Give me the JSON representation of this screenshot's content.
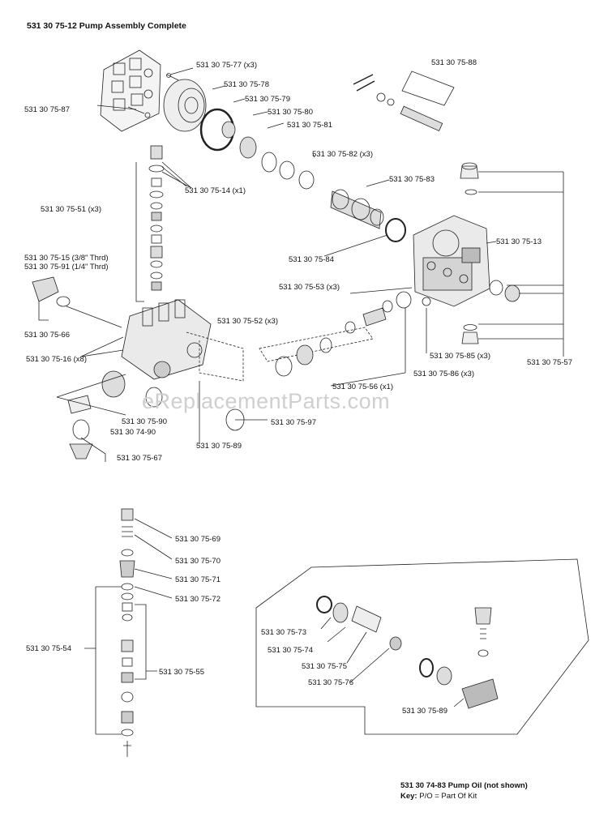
{
  "title": "531 30 75-12 Pump Assembly Complete",
  "watermark": "eReplacementParts.com",
  "labels": {
    "p77": "531 30 75-77 (x3)",
    "p78": "531 30 75-78",
    "p79": "531 30 75-79",
    "p80": "531 30 75-80",
    "p81": "531 30 75-81",
    "p87": "531 30 75-87",
    "p88": "531 30 75-88",
    "p82": "531 30 75-82 (x3)",
    "p14": "531 30 75-14 (x1)",
    "p83": "531 30 75-83",
    "p51": "531 30 75-51 (x3)",
    "p13": "531 30 75-13",
    "p84": "531 30 75-84",
    "p15": "531 30 75-15 (3/8\" Thrd)",
    "p91": "531 30 75-91 (1/4\" Thrd)",
    "p53": "531 30 75-53 (x3)",
    "p66": "531 30 75-66",
    "p52": "531 30 75-52 (x3)",
    "p16": "531 30 75-16 (x8)",
    "p85": "531 30 75-85 (x3)",
    "p57": "531 30 75-57",
    "p86": "531 30 75-86 (x3)",
    "p56": "531 30 75-56 (x1)",
    "p90": "531 30 75-90",
    "p97": "531 30 75-97",
    "p7490": "531 30 74-90",
    "p89a": "531 30 75-89",
    "p67": "531 30 75-67",
    "p69": "531 30 75-69",
    "p70": "531 30 75-70",
    "p71": "531 30 75-71",
    "p72": "531 30 75-72",
    "p54": "531 30 75-54",
    "p55": "531 30 75-55",
    "p73": "531 30 75-73",
    "p74": "531 30 75-74",
    "p75": "531 30 75-75",
    "p76": "531 30 75-76",
    "p89b": "531 30 75-89"
  },
  "footer": {
    "oil": "531 30 74-83 Pump Oil",
    "oil_note": "(not shown)",
    "key": "Key:",
    "key_text": "P/O = Part Of Kit"
  }
}
